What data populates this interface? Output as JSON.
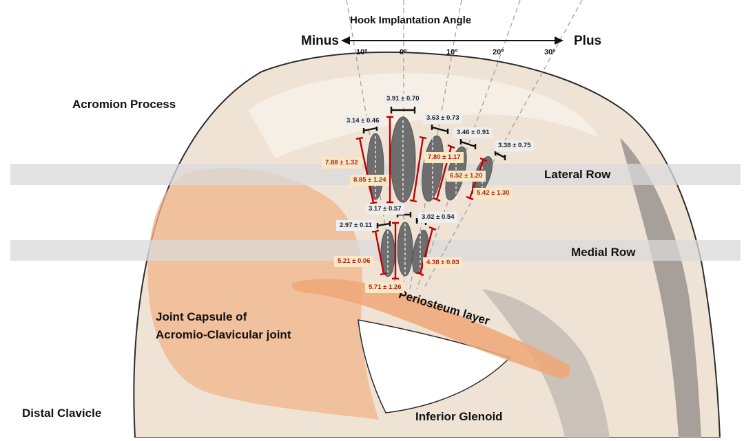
{
  "title": "Hook Implantation Angle",
  "direction": {
    "minus": "Minus",
    "plus": "Plus"
  },
  "angle_ticks": [
    "10º",
    "0º",
    "10º",
    "20º",
    "30º"
  ],
  "regions": {
    "acromion": "Acromion Process",
    "lateral_row": "Lateral Row",
    "medial_row": "Medial Row",
    "joint_capsule_line1": "Joint Capsule of",
    "joint_capsule_line2": "Acromio-Clavicular joint",
    "periosteum": "Periosteum layer",
    "distal_clavicle": "Distal Clavicle",
    "inferior_glenoid": "Inferior Glenoid"
  },
  "lateral_row": {
    "widths": [
      "3.14 ± 0.46",
      "3.91 ± 0.70",
      "3.63 ± 0.73",
      "3.46 ± 0.91",
      "3.38 ± 0.75"
    ],
    "lengths": [
      "7.88 ± 1.32",
      "8.85 ± 1.24",
      "7.80 ± 1.17",
      "6.52 ± 1.20",
      "5.42 ± 1.30"
    ]
  },
  "medial_row": {
    "widths": [
      "2.97 ± 0.11",
      "3.17 ± 0.57",
      "3.02 ± 0.54"
    ],
    "lengths": [
      "5.21 ± 0.06",
      "5.71 ± 1.26",
      "4.38 ± 0.83"
    ]
  },
  "colors": {
    "bone": "#efe3d6",
    "bone_light": "#f6efe7",
    "bone_shadow": "#8f8a86",
    "capsule": "#f2b48a",
    "periosteum": "#f0a777",
    "row_band": "#d9d9d9",
    "footprint": "#6e6e6e",
    "length_bar": "#c00000",
    "width_bar": "#111111"
  }
}
